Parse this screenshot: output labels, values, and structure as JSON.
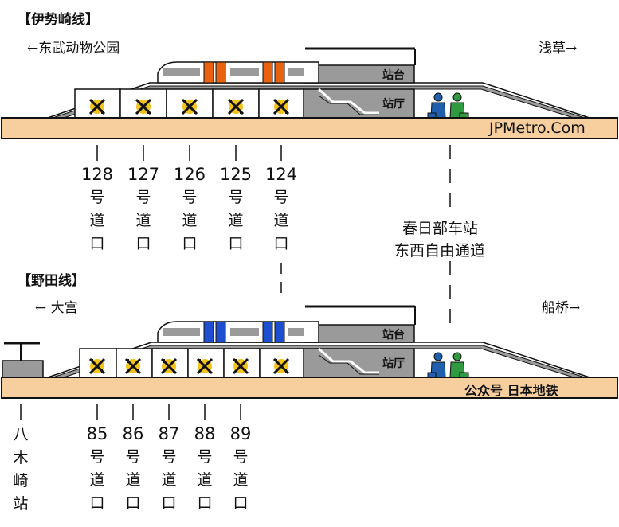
{
  "sections": [
    {
      "title": "【伊势崎线】",
      "left_direction": "←东武动物公园",
      "right_direction": "浅草→",
      "platform_label": "站台",
      "concourse_label": "站厅",
      "footer_brand": "JPMetro.Com",
      "car_accent": "#e8620f",
      "exits": [
        {
          "number": "128",
          "chars": [
            "号",
            "道",
            "口"
          ]
        },
        {
          "number": "127",
          "chars": [
            "号",
            "道",
            "口"
          ]
        },
        {
          "number": "126",
          "chars": [
            "号",
            "道",
            "口"
          ]
        },
        {
          "number": "125",
          "chars": [
            "号",
            "道",
            "口"
          ]
        },
        {
          "number": "124",
          "chars": [
            "号",
            "道",
            "口"
          ]
        }
      ]
    },
    {
      "title": "【野田线】",
      "left_direction": "← 大宫",
      "right_direction": "船桥→",
      "platform_label": "站台",
      "concourse_label": "站厅",
      "footer_brand": "公众号 日本地铁",
      "car_accent": "#1f4fd1",
      "station_chars": [
        "八",
        "木",
        "崎",
        "站"
      ],
      "exits": [
        {
          "number": "85",
          "chars": [
            "号",
            "道",
            "口"
          ]
        },
        {
          "number": "86",
          "chars": [
            "号",
            "道",
            "口"
          ]
        },
        {
          "number": "87",
          "chars": [
            "号",
            "道",
            "口"
          ]
        },
        {
          "number": "88",
          "chars": [
            "号",
            "道",
            "口"
          ]
        },
        {
          "number": "89",
          "chars": [
            "号",
            "道",
            "口"
          ]
        }
      ]
    }
  ],
  "passage": {
    "line1": "春日部车站",
    "line2": "东西自由通道"
  },
  "colors": {
    "ground": "#f7cf9f",
    "structure_gray": "#9a9a9a",
    "crossing_yellow": "#f2c31a"
  }
}
